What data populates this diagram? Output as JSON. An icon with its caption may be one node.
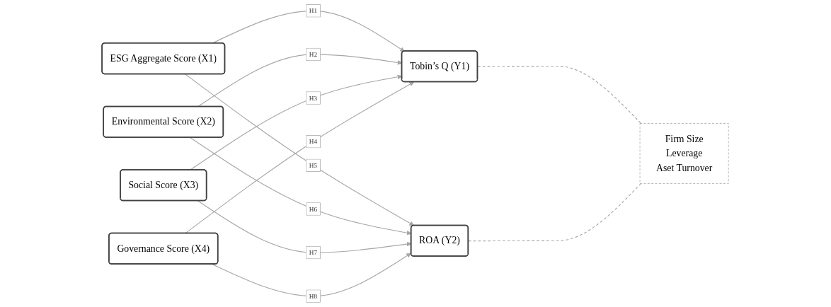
{
  "diagram": {
    "nodes": [
      {
        "text": [
          "ESG Aggregate Score (X1)"
        ]
      },
      {
        "text": [
          "Environmental Score (X2)"
        ]
      },
      {
        "text": [
          "Social Score (X3)"
        ]
      },
      {
        "text": [
          "Governance Score (X4)"
        ]
      },
      {
        "text": [
          "Tobin’s Q (Y1)"
        ]
      },
      {
        "text": [
          "ROA (Y2)"
        ]
      },
      {
        "text": [
          "Firm Size",
          "Leverage",
          "Aset Turnover"
        ]
      }
    ],
    "edges": [
      {
        "from": 0,
        "to": 4,
        "arrow": "to",
        "label": "H1"
      },
      {
        "from": 1,
        "to": 4,
        "arrow": "to",
        "label": "H2"
      },
      {
        "from": 2,
        "to": 4,
        "arrow": "to",
        "label": "H3"
      },
      {
        "from": 3,
        "to": 4,
        "arrow": "to",
        "label": "H4"
      },
      {
        "from": 0,
        "to": 5,
        "arrow": "to",
        "label": "H5"
      },
      {
        "from": 1,
        "to": 5,
        "arrow": "to",
        "label": "H6"
      },
      {
        "from": 2,
        "to": 5,
        "arrow": "to",
        "label": "H7"
      },
      {
        "from": 3,
        "to": 5,
        "arrow": "to",
        "label": "H8"
      },
      {
        "from": 4,
        "to": 6,
        "arrow": "none",
        "style": "dashed"
      },
      {
        "from": 5,
        "to": 6,
        "arrow": "none",
        "style": "dashed"
      }
    ]
  }
}
